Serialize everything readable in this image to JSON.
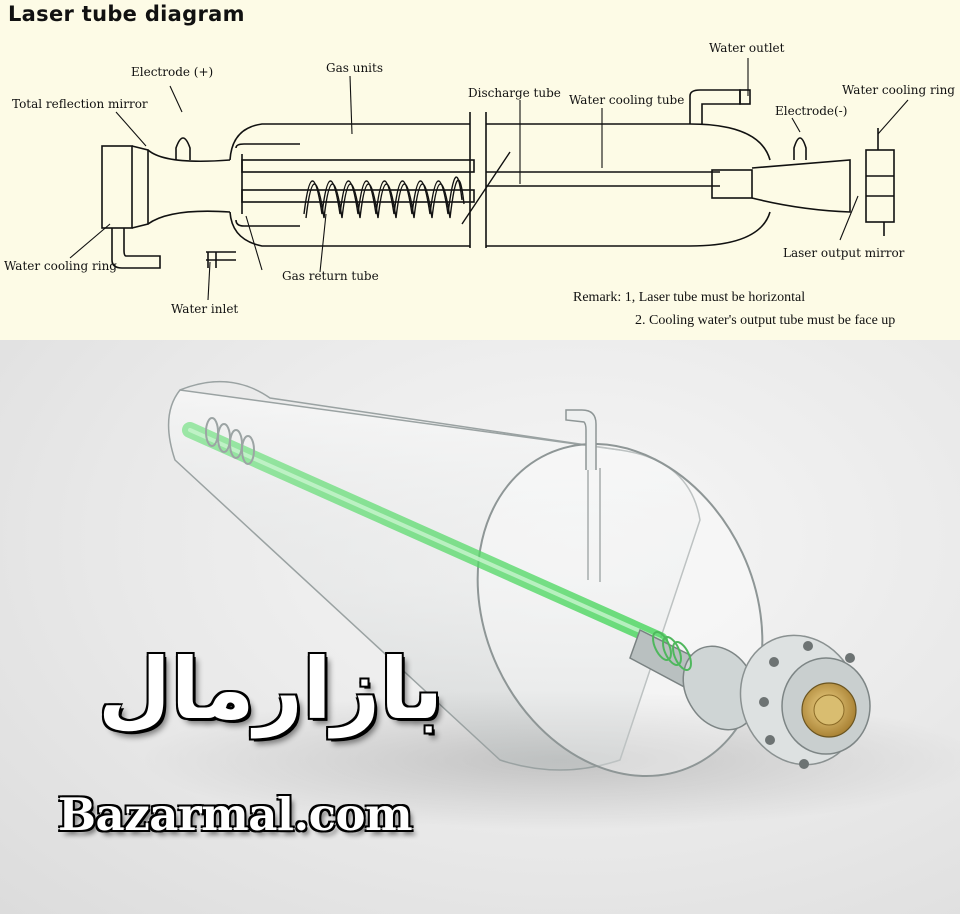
{
  "diagram": {
    "title": "Laser tube diagram",
    "labels": {
      "electrode_plus": "Electrode (+)",
      "total_reflection_mirror": "Total reflection mirror",
      "gas_units": "Gas units",
      "discharge_tube": "Discharge tube",
      "water_cooling_tube": "Water cooling tube",
      "water_outlet": "Water outlet",
      "electrode_minus": "Electrode(-)",
      "water_cooling_ring_right": "Water cooling ring",
      "water_cooling_ring_left": "Water cooling ring",
      "gas_return_tube": "Gas return tube",
      "water_inlet": "Water inlet",
      "laser_output_mirror": "Laser output mirror"
    },
    "remark": {
      "line1": "Remark: 1, Laser tube must be horizontal",
      "line2": "2.  Cooling water's output tube must be face up"
    }
  },
  "watermark": {
    "persian": "بازارمال",
    "latin": "Bazarmal.com"
  },
  "colors": {
    "diagram_background": "#fdfbe6",
    "photo_background": "#e9e9e9",
    "laser_glow": "#39d34f",
    "lens_brass": "#c9a14a"
  }
}
